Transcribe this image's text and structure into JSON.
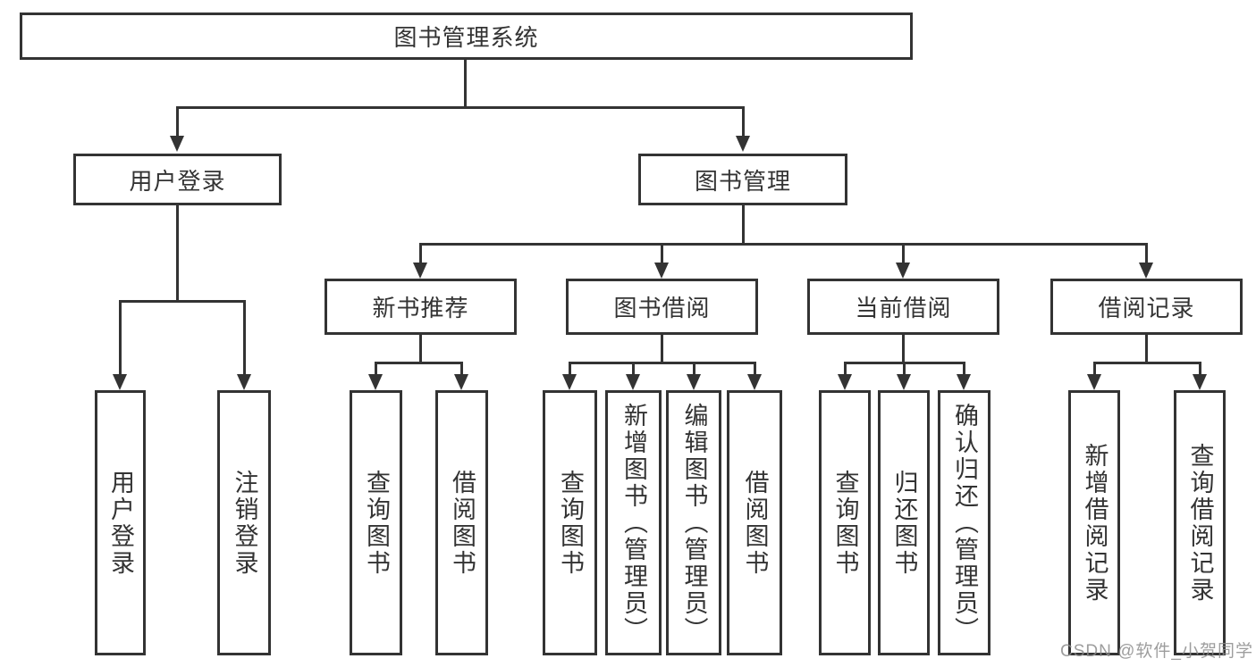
{
  "tree": {
    "root": {
      "label": "图书管理系统",
      "children": [
        {
          "label": "用户登录",
          "children": [
            {
              "label": "用户登录"
            },
            {
              "label": "注销登录"
            }
          ]
        },
        {
          "label": "图书管理",
          "children": [
            {
              "label": "新书推荐",
              "children": [
                {
                  "label": "查询图书"
                },
                {
                  "label": "借阅图书"
                }
              ]
            },
            {
              "label": "图书借阅",
              "children": [
                {
                  "label": "查询图书"
                },
                {
                  "label": "新增图书（管理员）"
                },
                {
                  "label": "编辑图书（管理员）"
                },
                {
                  "label": "借阅图书"
                }
              ]
            },
            {
              "label": "当前借阅",
              "children": [
                {
                  "label": "查询图书"
                },
                {
                  "label": "归还图书"
                },
                {
                  "label": "确认归还（管理员）"
                }
              ]
            },
            {
              "label": "借阅记录",
              "children": [
                {
                  "label": "新增借阅记录"
                },
                {
                  "label": "查询借阅记录"
                }
              ]
            }
          ]
        }
      ]
    }
  },
  "watermark": {
    "text": "CSDN @软件_小贺同学"
  },
  "colors": {
    "line": "#333333",
    "text": "#333333",
    "background": "#ffffff",
    "watermark": "#8c8c8c"
  }
}
